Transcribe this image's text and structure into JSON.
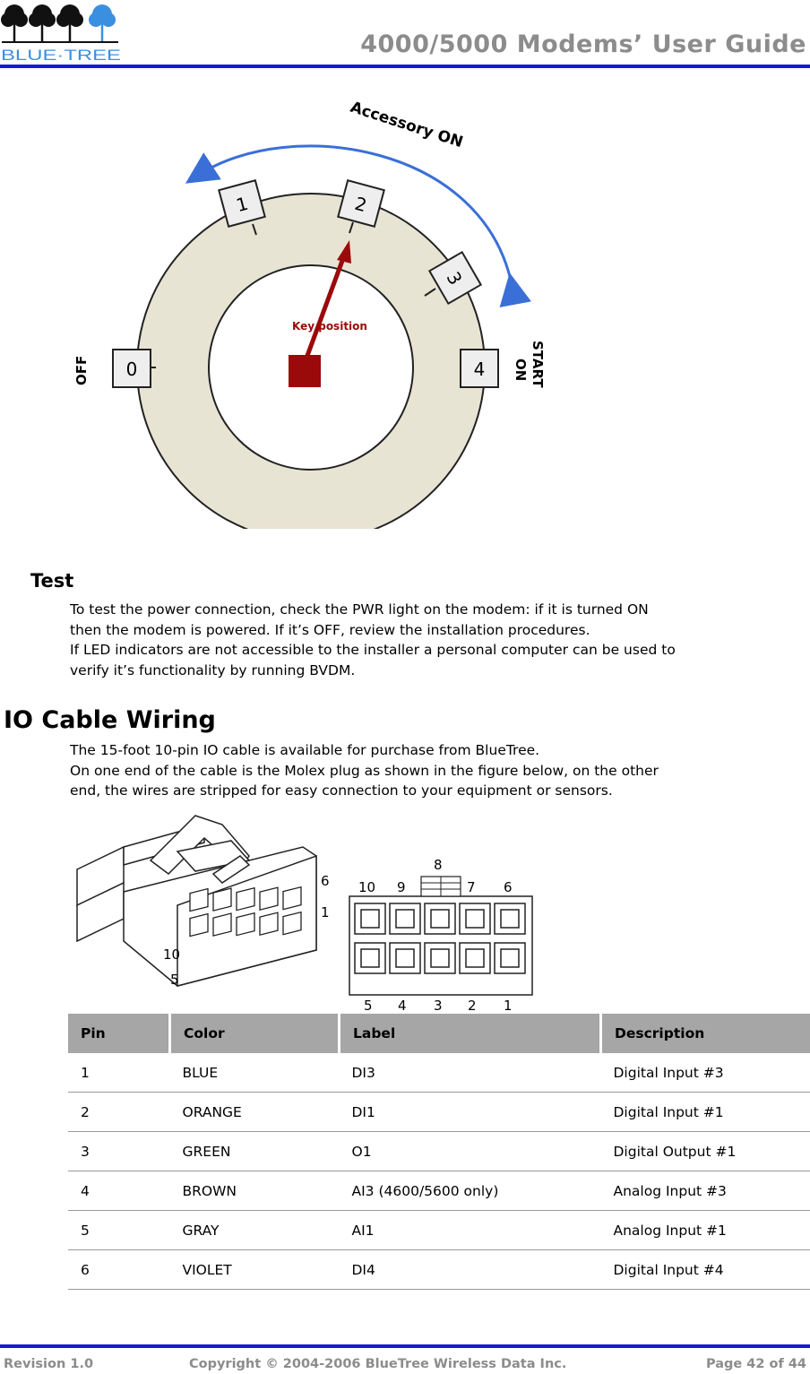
{
  "header": {
    "logo_text": "BLUE·TREE",
    "title": "4000/5000 Modems’ User Guide"
  },
  "ignition_figure": {
    "accessory_label": "Accessory ON",
    "off_label": "OFF",
    "start_label_1": "START",
    "start_label_2": "ON",
    "key_label": "Key position",
    "positions": [
      "0",
      "1",
      "2",
      "3",
      "4"
    ]
  },
  "test": {
    "heading": "Test",
    "line1": "To test the power connection, check the PWR light on the modem: if it is turned ON",
    "line2": "then the modem is powered. If it’s OFF,  review the installation procedures.",
    "line3": "If LED indicators are not accessible to the installer a personal computer can be used to",
    "line4": "verify it’s functionality by running BVDM."
  },
  "io": {
    "heading": "IO Cable Wiring",
    "line1": "The 15-foot 10-pin IO cable is available for purchase from BlueTree.",
    "line2": "On one end of the cable is the Molex plug as shown in the figure below, on the other",
    "line3": "end, the wires are stripped for easy connection to your equipment or sensors."
  },
  "molex_figure": {
    "side_labels": [
      "6",
      "1",
      "10",
      "5"
    ],
    "top_labels": [
      "10",
      "9",
      "8",
      "7",
      "6"
    ],
    "bottom_labels": [
      "5",
      "4",
      "3",
      "2",
      "1"
    ]
  },
  "pin_table": {
    "headers": [
      "Pin",
      "Color",
      "Label",
      "Description"
    ],
    "rows": [
      [
        "1",
        "BLUE",
        "DI3",
        "Digital Input #3"
      ],
      [
        "2",
        "ORANGE",
        "DI1",
        "Digital Input #1"
      ],
      [
        "3",
        "GREEN",
        "O1",
        "Digital Output #1"
      ],
      [
        "4",
        "BROWN",
        "AI3 (4600/5600 only)",
        "Analog Input #3"
      ],
      [
        "5",
        "GRAY",
        "AI1",
        "Analog Input #1"
      ],
      [
        "6",
        "VIOLET",
        "DI4",
        "Digital Input #4"
      ]
    ]
  },
  "footer": {
    "revision": "Revision 1.0",
    "copyright": "Copyright © 2004-2006 BlueTree Wireless Data Inc.",
    "page": "Page 42 of 44"
  },
  "colors": {
    "rule_blue": "#1818d8",
    "header_gray": "#8c8c8c",
    "dial_ring": "#e8e4d4",
    "key_red": "#9b0a0a",
    "arrow_blue": "#3a6fd8"
  }
}
